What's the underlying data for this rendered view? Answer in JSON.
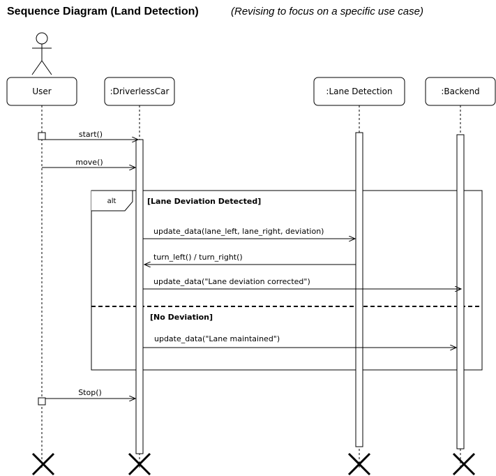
{
  "title": "Sequence Diagram (Land Detection)",
  "subtitle": "(Revising to focus on a specific use case)",
  "participants": {
    "user": "User",
    "car": ":DriverlessCar",
    "lane": ":Lane Detection",
    "backend": ":Backend"
  },
  "messages": {
    "start": "start()",
    "move": "move()",
    "update_lane": "update_data(lane_left, lane_right, deviation)",
    "turn": "turn_left() / turn_right()",
    "update_corrected": "update_data(\"Lane deviation corrected\")",
    "update_maintained": "update_data(\"Lane maintained\")",
    "stop": "Stop()"
  },
  "fragment": {
    "operator": "alt",
    "guard1": "[Lane Deviation Detected]",
    "guard2": "[No Deviation]"
  }
}
